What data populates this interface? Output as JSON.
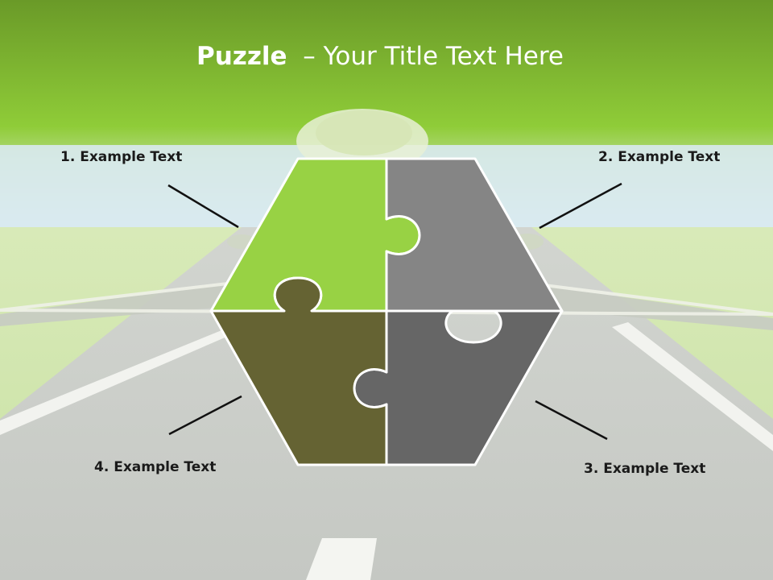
{
  "title": {
    "bold": "Puzzle",
    "rest": "  – Your Title Text Here"
  },
  "labels": {
    "item1": "1. Example Text",
    "item2": "2. Example Text",
    "item3": "3. Example Text",
    "item4": "4. Example Text"
  },
  "colors": {
    "header_green": "#8dcc33",
    "piece_1": "#98d244",
    "piece_2": "#858585",
    "piece_3": "#666666",
    "piece_4": "#656333",
    "piece_border": "#ffffff",
    "connector_line": "#111111"
  }
}
